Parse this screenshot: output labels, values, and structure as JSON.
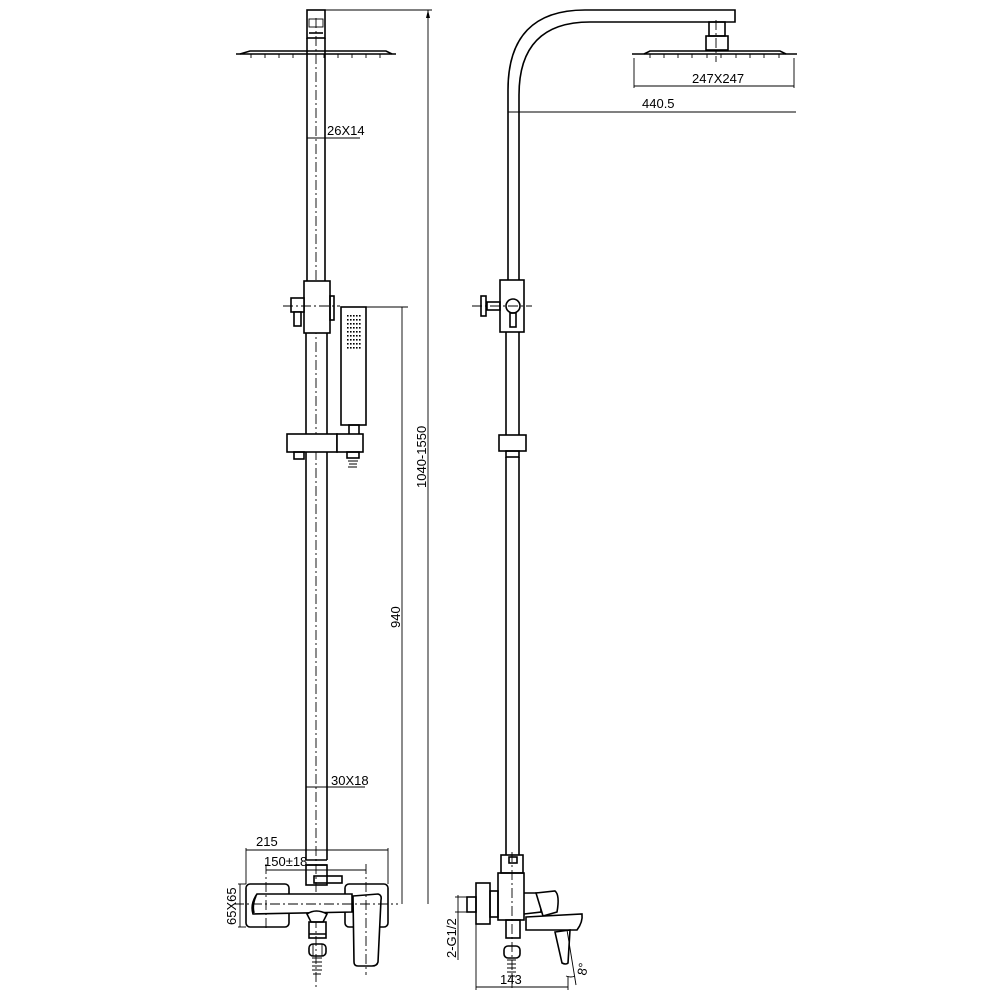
{
  "drawing": {
    "type": "technical-drawing",
    "subject": "shower column set with rain head, hand shower and bath mixer",
    "line_color": "#000000",
    "background": "#ffffff"
  },
  "front_view": {
    "labels": {
      "upper_pipe": "26X14",
      "lower_pipe": "30X18",
      "total_height": "1040-1550",
      "slide_height": "940",
      "mixer_width": "215",
      "inlet_spacing": "150±18",
      "escutcheon": "65X65"
    }
  },
  "side_view": {
    "labels": {
      "head_size": "247X247",
      "arm_reach": "440.5",
      "inlet_thread": "2-G1/2",
      "mixer_depth": "143",
      "handle_angle": "8°"
    }
  }
}
